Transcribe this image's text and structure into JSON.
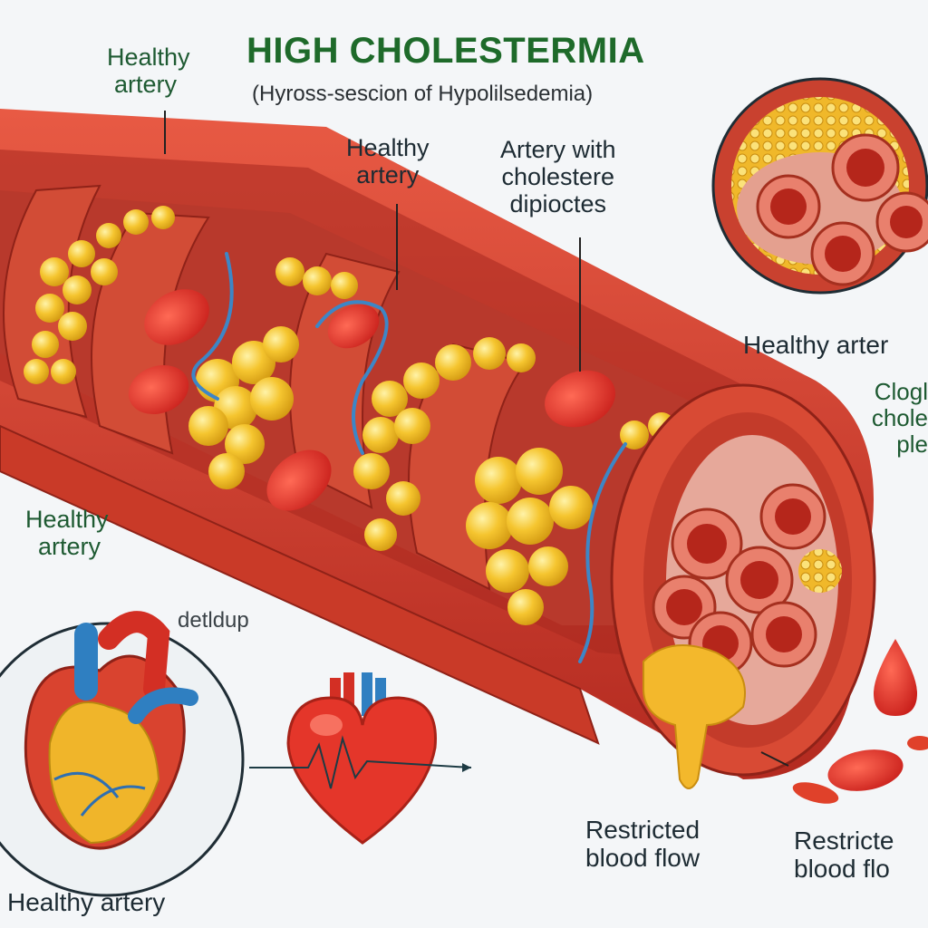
{
  "header": {
    "title": "HIGH CHOLESTERMIA",
    "subtitle": "(Hyross-sescion of Hypolilsedemia)"
  },
  "labels": {
    "top_left_line1": "Healthy",
    "top_left_line2": "artery",
    "center_line1": "Healthy",
    "center_line2": "artery",
    "artery_with_line1": "Artery with",
    "artery_with_line2": "cholestere",
    "artery_with_line3": "dipioctes",
    "right_healthy": "Healthy arter",
    "right_clog_line1": "Clogl",
    "right_clog_line2": "chole",
    "right_clog_line3": "ple",
    "left_mid_line1": "Healthy",
    "left_mid_line2": "artery",
    "buildup": "detldup",
    "bottom_left": "Healthy artery",
    "restricted_line1": "Restricted",
    "restricted_line2": "blood flow",
    "restricted2_line1": "Restricte",
    "restricted2_line2": "blood flo"
  },
  "colors": {
    "artery_outer": "#d8432f",
    "artery_inner": "#c0392b",
    "plaque": "#f2c02e",
    "plaque_light": "#fbe07a",
    "blood_cell": "#e0302a",
    "vein_blue": "#2f7fc1",
    "title_green": "#1e6a2a",
    "background": "#f4f6f8"
  },
  "icons": [
    "heart-anatomy-icon",
    "heart-pulse-icon",
    "blood-drop-icon",
    "blood-cell-icon"
  ]
}
